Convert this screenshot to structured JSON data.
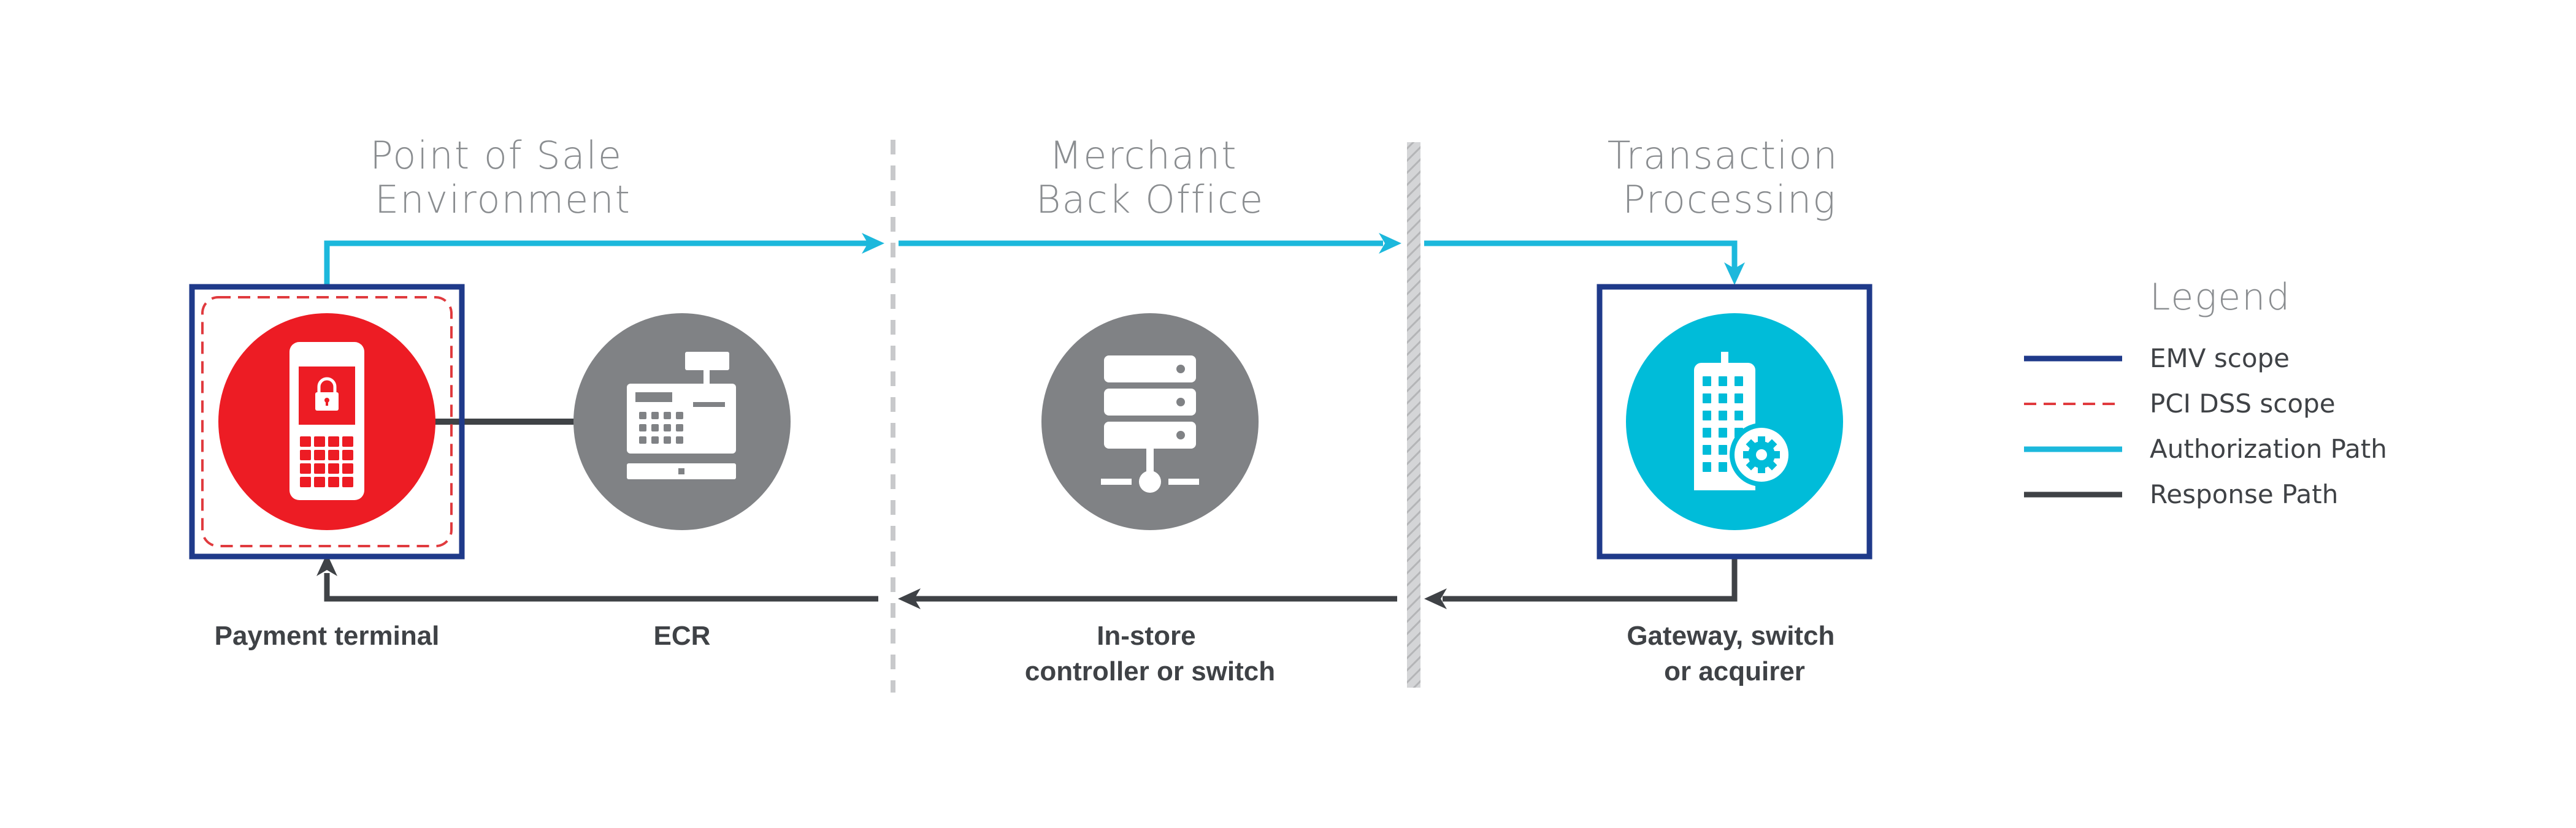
{
  "sections": [
    {
      "line1": "Point of Sale",
      "line2": "Environment"
    },
    {
      "line1": "Merchant",
      "line2": "Back Office"
    },
    {
      "line1": "Transaction",
      "line2": "Processing"
    }
  ],
  "nodes": {
    "payment_terminal": {
      "line1": "Payment terminal",
      "icon": "payment-terminal-lock-icon",
      "color": "#ed1c24"
    },
    "ecr": {
      "line1": "ECR",
      "icon": "cash-register-icon",
      "color": "#808285"
    },
    "in_store": {
      "line1": "In-store",
      "line2": "controller or switch",
      "icon": "server-stack-icon",
      "color": "#808285"
    },
    "gateway": {
      "line1": "Gateway, switch",
      "line2": "or acquirer",
      "icon": "building-gear-icon",
      "color": "#00bcd9"
    }
  },
  "legend": {
    "title": "Legend",
    "items": [
      {
        "label": "EMV scope",
        "color": "#1f3a8a",
        "style": "solid"
      },
      {
        "label": "PCI DSS scope",
        "color": "#e03a3e",
        "style": "dashed"
      },
      {
        "label": "Authorization Path",
        "color": "#1cb8dc",
        "style": "solid"
      },
      {
        "label": "Response Path",
        "color": "#3f4246",
        "style": "solid"
      }
    ]
  },
  "colors": {
    "emv": "#1f3a8a",
    "pci": "#e03a3e",
    "authorization": "#1cb8dc",
    "response": "#3f4246",
    "divider": "#c8c9cb"
  }
}
